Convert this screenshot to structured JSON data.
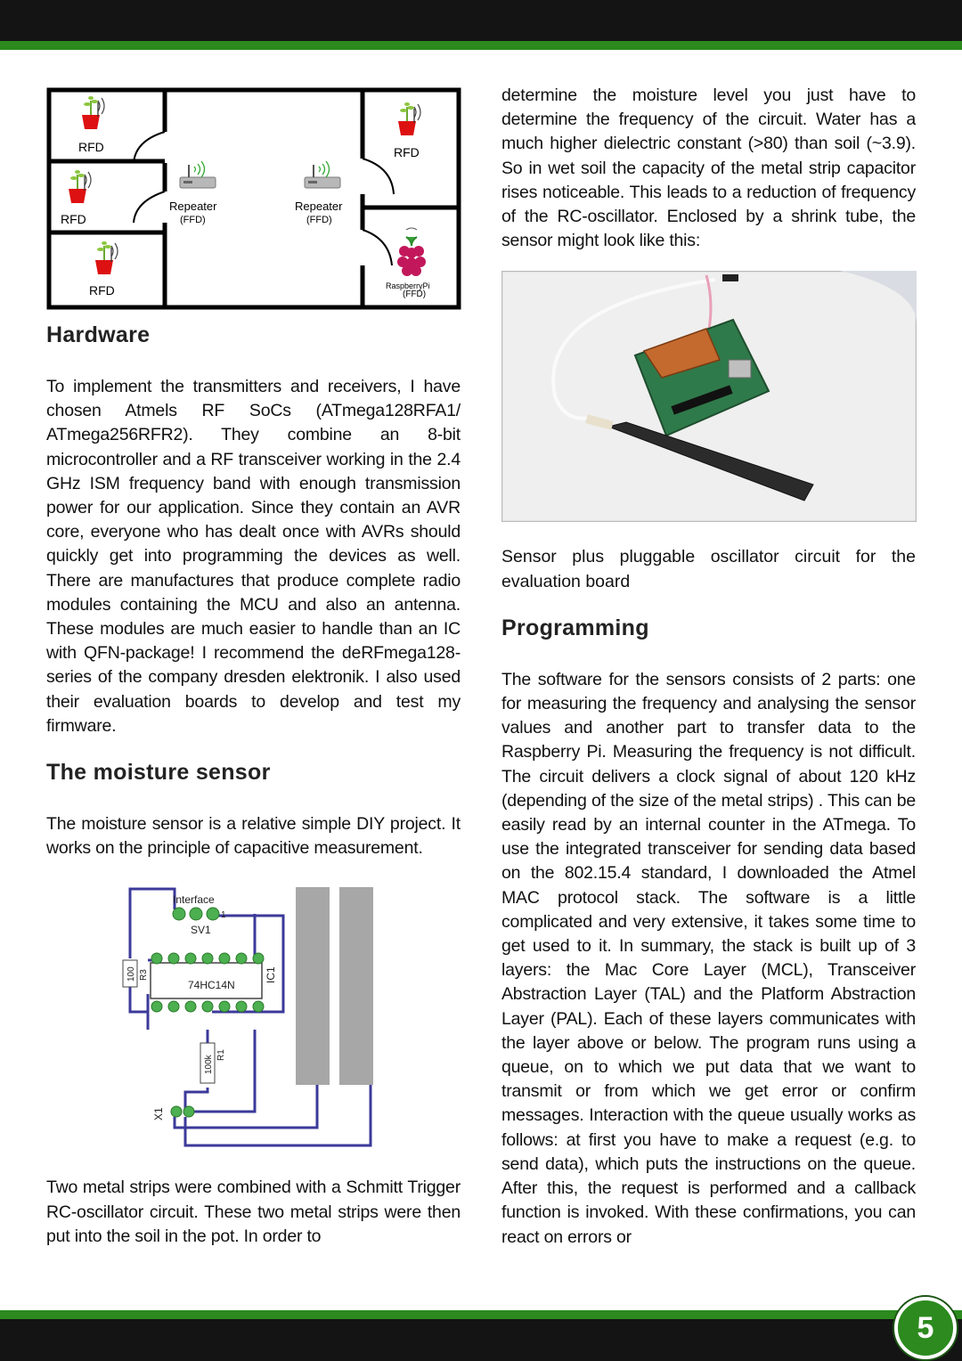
{
  "page": {
    "number": "5"
  },
  "floorplan": {
    "rfd_label": "RFD",
    "repeater_label": "Repeater",
    "ffd_label": "(FFD)",
    "rpi_label": "RaspberryPi",
    "rpi_sub": "(FFD)"
  },
  "hardware": {
    "heading": "Hardware",
    "body": "To implement the transmitters and receivers, I have chosen Atmels RF SoCs (ATmega128RFA1/ ATmega256RFR2). They combine an 8-bit microcontroller and a RF transceiver working in the 2.4 GHz ISM frequency band with enough transmission power for our application. Since they contain an AVR core, everyone who has dealt once with AVRs should quickly get into programming the devices as well. There are manufactures that produce complete radio modules containing the MCU and also an antenna. These modules are much easier to handle than an IC with QFN-package! I recommend the deRFmega128-series of the company dresden elektronik. I also used their evaluation boards to develop and test my firmware."
  },
  "moisture": {
    "heading": "The moisture sensor",
    "body": "The moisture sensor is a relative simple DIY project. It works on the principle of capacitive measurement.",
    "after_schematic": "Two metal strips were combined with a Schmitt Trigger RC-oscillator circuit. These two metal strips were then put into the soil in the pot. In order to"
  },
  "schematic": {
    "interface": "Interface",
    "sv1": "SV1",
    "pin1": "1",
    "ic_name": "74HC14N",
    "ic1": "IC1",
    "r3": "R3",
    "r3_val": "100",
    "r1": "R1",
    "r1_val": "100k",
    "x1": "X1"
  },
  "right": {
    "continued": "determine the moisture level you just have to determine the frequency of the circuit. Water has a much higher dielectric constant (>80) than soil (~3.9). So in wet soil the capacity of the metal strip capacitor rises noticeable. This leads to a reduction of frequency of the RC-oscillator. Enclosed by a shrink tube, the sensor might look like this:",
    "photo_caption": "Sensor plus pluggable oscillator circuit for the evaluation board"
  },
  "programming": {
    "heading": "Programming",
    "body": "The software for the sensors consists of 2 parts: one for measuring the frequency and analysing the sensor values and another part to transfer data to the Raspberry Pi. Measuring the frequency is not difficult. The circuit delivers a clock signal of about 120 kHz (depending of the size of the metal strips) . This can be easily read by an internal counter in the ATmega. To use the integrated transceiver for sending data based on the 802.15.4 standard, I downloaded the Atmel MAC protocol stack. The software is a little complicated and very extensive, it takes some time to get used to it. In summary, the stack is built up of 3 layers: the Mac Core Layer (MCL), Transceiver Abstraction Layer (TAL) and the Platform Abstraction Layer (PAL). Each of these layers communicates with the layer above or below. The program runs using a queue, on to which we put data that we want to transmit or from which we get error or confirm messages. Interaction with the queue usually works as follows: at first you have to make a request (e.g. to send data), which puts the instructions on the queue. After this, the request is performed and a callback function is invoked. With these confirmations, you can react on errors or"
  },
  "colors": {
    "accent": "#2c8a1e",
    "bar": "#141414",
    "wire": "#3b3a9a",
    "pad": "#4caf50"
  },
  "icons": [
    "plant-icon",
    "repeater-icon",
    "raspberry-pi-icon",
    "wifi-icon"
  ]
}
